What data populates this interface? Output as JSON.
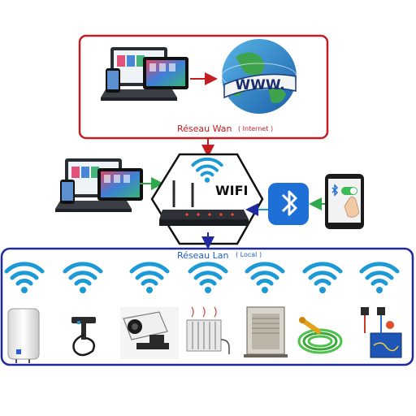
{
  "wan": {
    "label": "Réseau Wan",
    "sublabel": "( Internet )",
    "border_color": "#c41e24",
    "globe_text": "WWW."
  },
  "router": {
    "label": "WIFI"
  },
  "lan": {
    "label": "Réseau Lan",
    "sublabel": "( Local )",
    "border_color": "#1f2a9c"
  },
  "colors": {
    "wifi_blue": "#1b9ad6",
    "arrow_green": "#2ea84a",
    "bluetooth_blue": "#1e6fd6",
    "label_red": "#c41e24",
    "label_blue": "#1f5fbf"
  },
  "icons": {
    "devices": [
      "laptop-tablet-phone-icon",
      "laptop-tablet-phone-icon"
    ],
    "internet": "globe-www-icon",
    "router": "wifi-router-icon",
    "bluetooth": "bluetooth-icon",
    "phone": "smartphone-toggle-icon",
    "lan_devices": [
      "water-heater-icon",
      "charging-station-icon",
      "security-camera-icon",
      "radiator-icon",
      "roller-shutter-icon",
      "garden-hose-icon",
      "heat-pump-icon"
    ]
  }
}
